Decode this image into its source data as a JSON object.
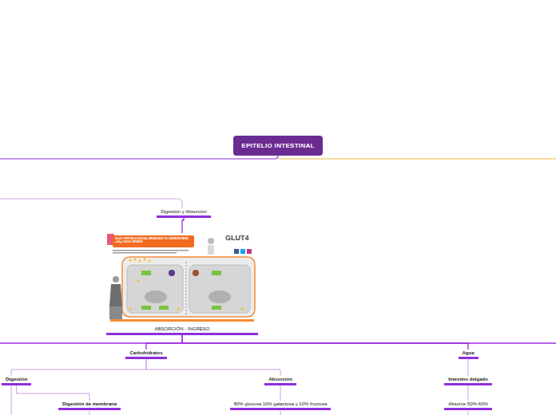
{
  "diagram": {
    "nodes": [
      {
        "text": [
          "EPITELIO INTESTINAL"
        ]
      },
      {
        "text": [
          "Digestión y Absorción"
        ]
      },
      {
        "text": [
          "ABSORCIÓN - INGRESO"
        ]
      },
      {
        "text": [
          "Carbohidratos"
        ]
      },
      {
        "text": [
          "Agua"
        ]
      },
      {
        "text": [
          "Digestión"
        ]
      },
      {
        "text": [
          "Absorción"
        ]
      },
      {
        "text": [
          "Digestión de membrana"
        ]
      },
      {
        "text": [
          "80% glucosa 10% galactosa y 10% fructosa"
        ]
      },
      {
        "text": [
          "Intestino delgado"
        ]
      },
      {
        "text": [
          "Absorve 50%-60%"
        ]
      }
    ],
    "edges": [
      {
        "from": 1,
        "to": 2,
        "arrow": "none"
      },
      {
        "from": 2,
        "to": 3,
        "arrow": "none"
      },
      {
        "from": 2,
        "to": 4,
        "arrow": "none"
      },
      {
        "from": 3,
        "to": 5,
        "arrow": "none"
      },
      {
        "from": 3,
        "to": 6,
        "arrow": "none"
      },
      {
        "from": 5,
        "to": 7,
        "arrow": "none"
      },
      {
        "from": 6,
        "to": 8,
        "arrow": "none"
      },
      {
        "from": 4,
        "to": 9,
        "arrow": "none"
      },
      {
        "from": 9,
        "to": 10,
        "arrow": "none"
      }
    ],
    "labels": [
      "GLUT: PHYSIOLOGICAL REASONS TO UNDERSTAND +60g CHO/h INTAKE",
      "GLUT4"
    ]
  }
}
